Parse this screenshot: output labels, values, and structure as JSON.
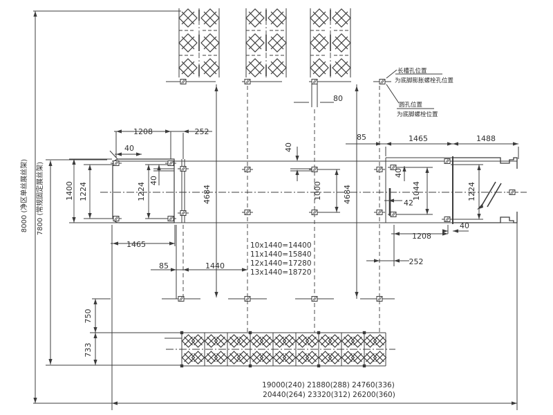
{
  "dimensions": {
    "overall_a": "8000 (净区单丝展丝架)",
    "overall_b": "7800 (常规固定展丝架)",
    "tl_1208": "1208",
    "tl_252": "252",
    "tl_40": "40",
    "v_1400": "1400",
    "v_1224_outer": "1224",
    "v_1224_inner": "1224",
    "v_40_inner": "40",
    "mid_80": "80",
    "mid_40": "40",
    "mid_1000": "1000",
    "rail_4684_left": "4684",
    "rail_4684_right": "4684",
    "tr_85": "85",
    "tr_1465": "1465",
    "tr_1488": "1488",
    "rb_40": "40",
    "rb_1044": "1044",
    "rb_42": "42",
    "rb_1224": "1224",
    "br_1208": "1208",
    "br_40": "40",
    "br_252": "252",
    "bl_1465": "1465",
    "bl_85": "85",
    "bl_1440": "1440",
    "low_750": "750",
    "low_733": "733"
  },
  "notes": {
    "slot_title": "长槽孔位置",
    "slot_desc": "为底脚膨胀螺栓孔位置",
    "hole_title": "圆孔位置",
    "hole_desc": "为底脚螺栓位置"
  },
  "spacing_table": [
    "10x1440=14400",
    "11x1440=15840",
    "12x1440=17280",
    "13x1440=18720"
  ],
  "length_options_row1": [
    "19000(240)",
    "21880(288)",
    "24760(336)"
  ],
  "length_options_row2": [
    "20440(264)",
    "23320(312)",
    "26200(360)"
  ],
  "colors": {
    "line": "#3b3b3b",
    "background": "#ffffff"
  }
}
